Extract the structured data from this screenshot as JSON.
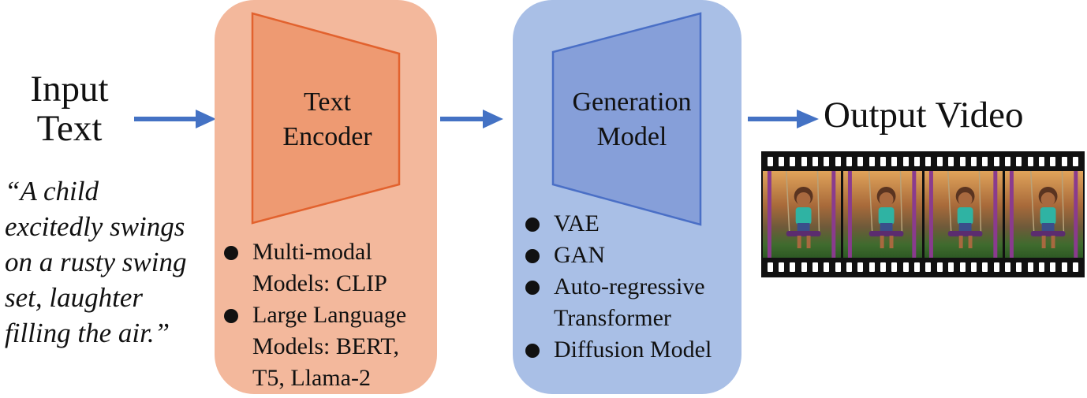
{
  "input": {
    "title_lines": [
      "Input",
      "Text"
    ],
    "prompt_lines": [
      "“A child",
      "excitedly swings",
      "on a rusty swing",
      "set, laughter",
      "filling the air.”"
    ]
  },
  "encoder": {
    "label_lines": [
      "Text",
      "Encoder"
    ],
    "bullets": [
      {
        "lines": [
          "Multi-modal",
          "Models: CLIP"
        ]
      },
      {
        "lines": [
          "Large Language",
          "Models: BERT,",
          "T5, Llama-2"
        ]
      }
    ]
  },
  "generator": {
    "label_lines": [
      "Generation",
      "Model"
    ],
    "bullets": [
      {
        "lines": [
          "VAE"
        ]
      },
      {
        "lines": [
          "GAN"
        ]
      },
      {
        "lines": [
          "Auto-regressive",
          "Transformer"
        ]
      },
      {
        "lines": [
          "Diffusion Model"
        ]
      }
    ]
  },
  "output": {
    "title": "Output Video",
    "frame_count": 4
  },
  "colors": {
    "arrow": "#4472c4",
    "encoder_panel": "#f3b89c",
    "encoder_shape_fill": "#ee9a72",
    "encoder_shape_stroke": "#e2622e",
    "generator_panel": "#a9bfe6",
    "generator_shape_fill": "#869fd9",
    "generator_shape_stroke": "#4a6fc6"
  }
}
